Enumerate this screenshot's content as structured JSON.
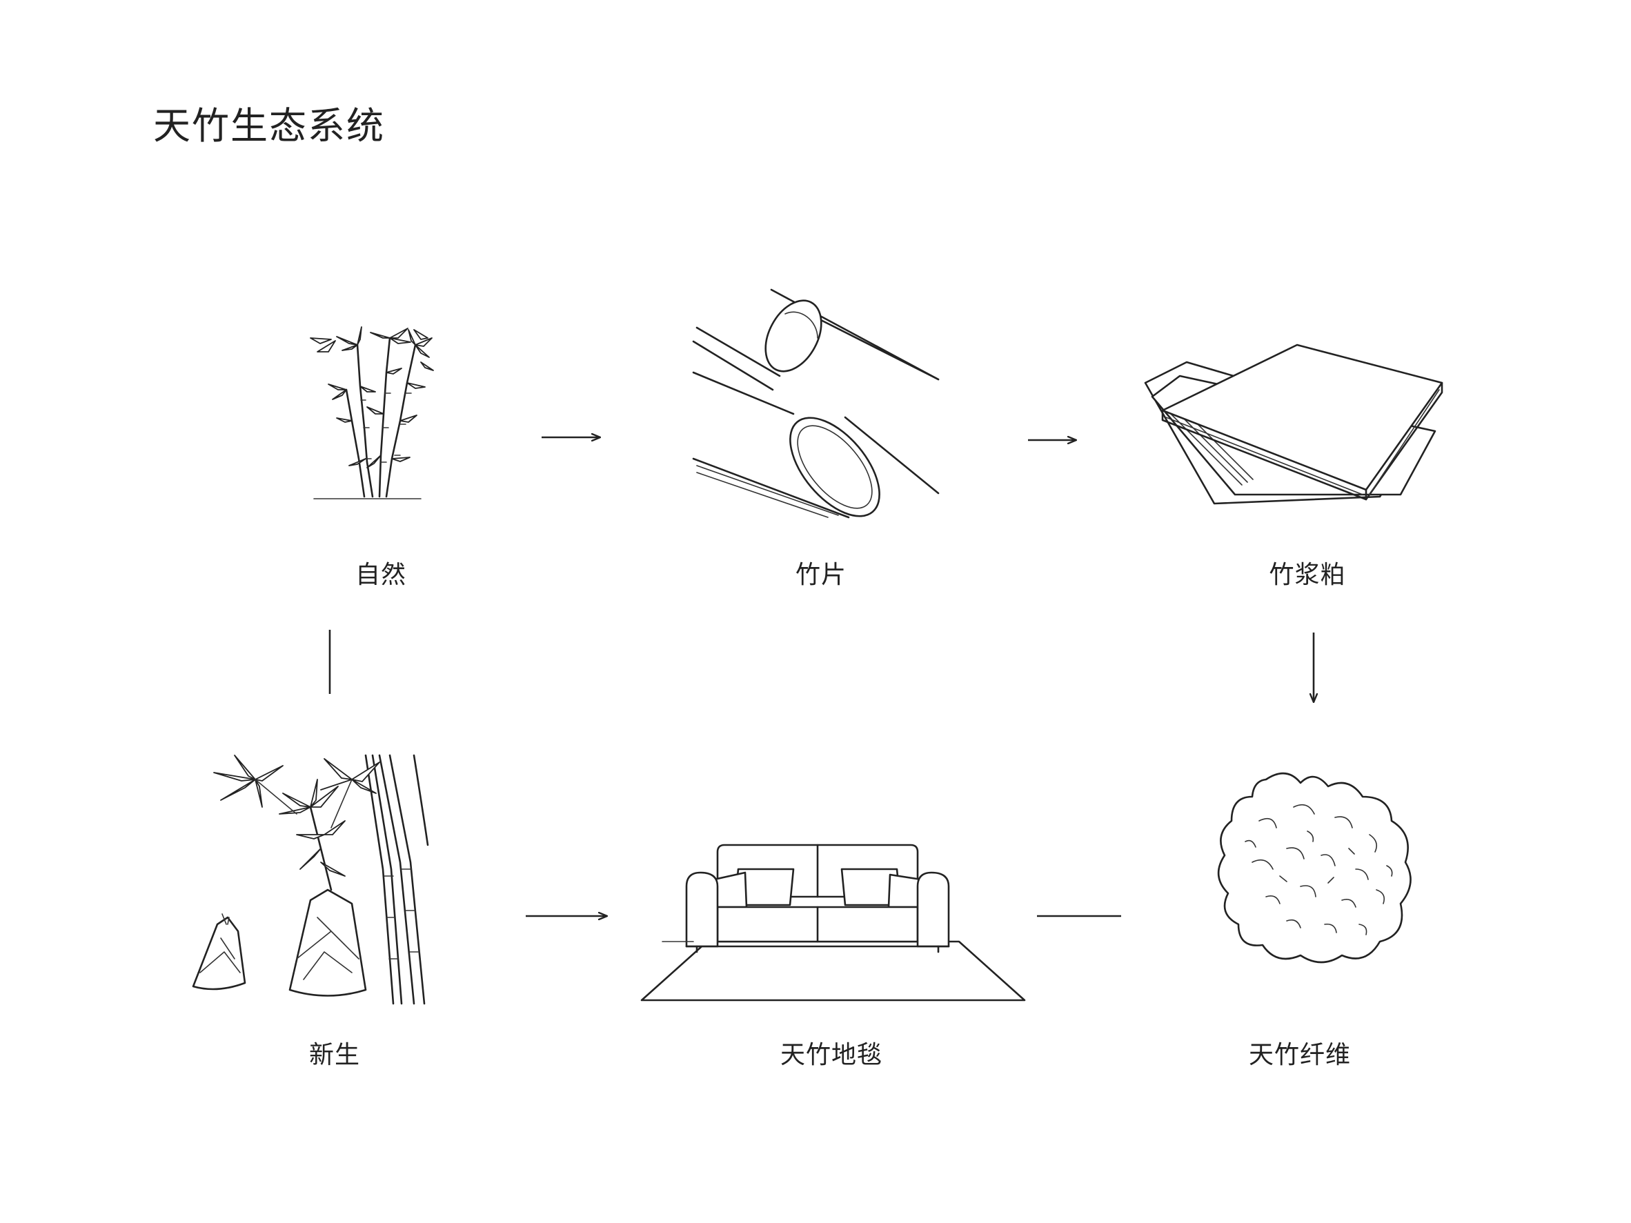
{
  "title": "天竹生态系统",
  "nodes": [
    {
      "id": "nature",
      "label": "自然",
      "icon": "bamboo-grove-icon"
    },
    {
      "id": "bamboo-chips",
      "label": "竹片",
      "icon": "bamboo-tubes-icon"
    },
    {
      "id": "bamboo-pulp",
      "label": "竹浆粕",
      "icon": "pulp-sheets-icon"
    },
    {
      "id": "tianzhu-fiber",
      "label": "天竹纤维",
      "icon": "fiber-tuft-icon"
    },
    {
      "id": "tianzhu-carpet",
      "label": "天竹地毯",
      "icon": "sofa-carpet-icon"
    },
    {
      "id": "rebirth",
      "label": "新生",
      "icon": "bamboo-shoots-icon"
    }
  ],
  "edges": [
    {
      "from": "nature",
      "to": "bamboo-chips",
      "style": "arrow"
    },
    {
      "from": "bamboo-chips",
      "to": "bamboo-pulp",
      "style": "arrow"
    },
    {
      "from": "bamboo-pulp",
      "to": "tianzhu-fiber",
      "style": "arrow"
    },
    {
      "from": "tianzhu-fiber",
      "to": "tianzhu-carpet",
      "style": "line"
    },
    {
      "from": "rebirth",
      "to": "tianzhu-carpet",
      "style": "arrow"
    },
    {
      "from": "nature",
      "to": "rebirth",
      "style": "line"
    }
  ],
  "colors": {
    "ink": "#222222",
    "background": "#ffffff"
  }
}
